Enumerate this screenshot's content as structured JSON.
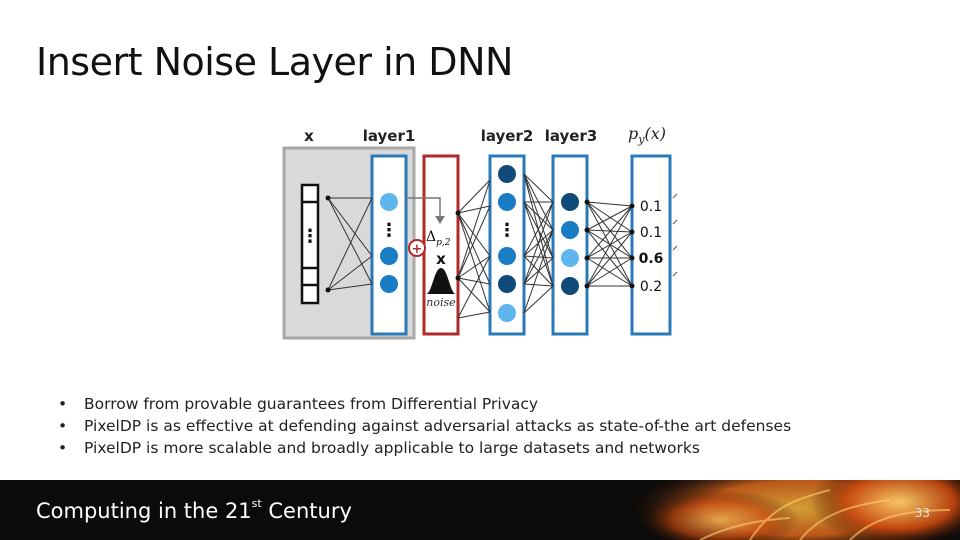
{
  "slide": {
    "title": "Insert Noise Layer in DNN",
    "bullets": [
      "Borrow from provable guarantees from Differential Privacy",
      "PixelDP is as effective at defending against adversarial attacks as state-of-the art defenses",
      "PixelDP is more scalable and broadly applicable to large datasets and networks"
    ],
    "bullet_glyph": "•"
  },
  "diagram": {
    "labels": {
      "x": "x",
      "layer1": "layer1",
      "layer2": "layer2",
      "layer3": "layer3",
      "py": "p",
      "py_sub": "y",
      "py_arg": "(x)"
    },
    "dots": "⋮",
    "plus": "+",
    "delta": "Δ",
    "delta_sub": "p,2",
    "times": "x",
    "noise": "noise",
    "outputs": [
      "0.1",
      "0.1",
      "0.6",
      "0.2"
    ]
  },
  "footer": {
    "text": "Computing in the 21",
    "sup": "st",
    "text_after": " Century",
    "page_number": "33"
  },
  "colors": {
    "blue_stroke": "#2a7ab8",
    "dark_node": "#0f4a78",
    "mid_node": "#1a7cc4",
    "light_node": "#5fb6ef",
    "noise_red": "#b02a2a",
    "gray_panel": "#d9d9d9"
  }
}
